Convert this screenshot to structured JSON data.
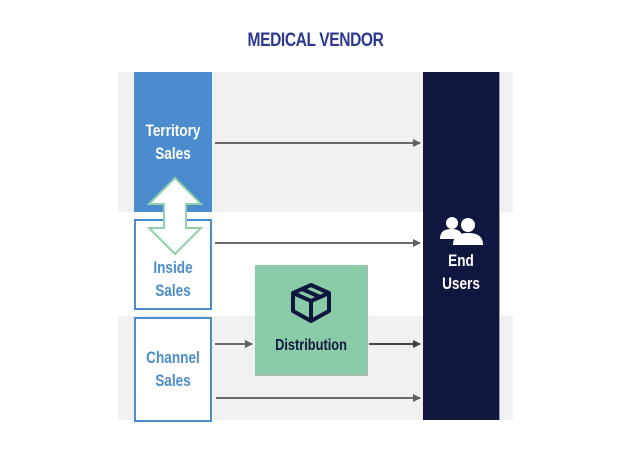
{
  "title": "MEDICAL VENDOR",
  "colors": {
    "title": "#2b3990",
    "territory_fill": "#4a8ccd",
    "box_border": "#4a8ccd",
    "end_users_fill": "#0f173e",
    "distribution_fill": "#89cba7",
    "band_fill": "#f1f1f1",
    "arrow": "#5f5f5f",
    "double_arrow_stroke": "#8fd1ab"
  },
  "channels": {
    "territory": {
      "line1": "Territory",
      "line2": "Sales"
    },
    "inside": {
      "line1": "Inside",
      "line2": "Sales"
    },
    "channel": {
      "line1": "Channel",
      "line2": "Sales"
    }
  },
  "distribution": {
    "label": "Distribution",
    "icon": "box-icon"
  },
  "end_users": {
    "line1": "End",
    "line2": "Users",
    "icon": "users-icon"
  },
  "connections": [
    {
      "from": "Territory Sales",
      "to": "End Users"
    },
    {
      "from": "Inside Sales",
      "to": "End Users"
    },
    {
      "from": "Channel Sales",
      "to": "Distribution"
    },
    {
      "from": "Distribution",
      "to": "End Users"
    },
    {
      "from": "Channel Sales",
      "to": "End Users"
    },
    {
      "from": "Territory Sales",
      "to": "Inside Sales",
      "bidirectional": true
    }
  ]
}
